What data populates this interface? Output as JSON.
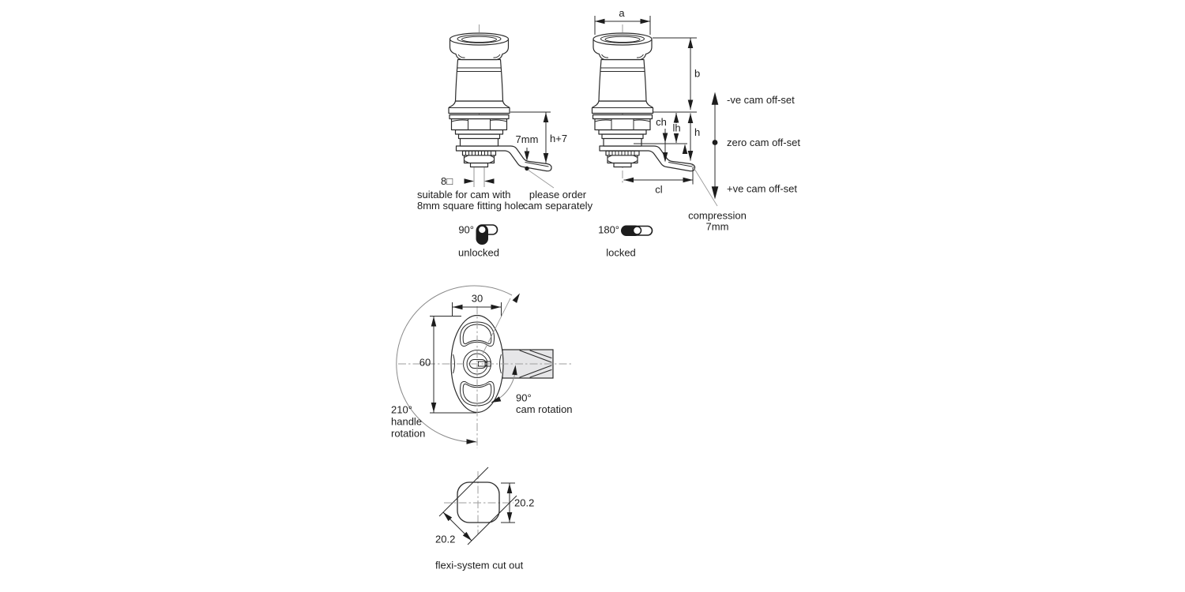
{
  "diagram": {
    "left_view": {
      "dim_7mm": "7mm",
      "dim_h_plus_7": "h+7",
      "dim_8_square": "8□",
      "note_suitable_1": "suitable for cam with",
      "note_suitable_2": "8mm square fitting hole",
      "note_order_1": "please order",
      "note_order_2": "cam separately",
      "angle": "90°",
      "state": "unlocked"
    },
    "right_view": {
      "dim_a": "a",
      "dim_b": "b",
      "dim_ch": "ch",
      "dim_lh": "lh",
      "dim_h": "h",
      "dim_cl": "cl",
      "offset_negative": "-ve cam off-set",
      "offset_zero": "zero cam off-set",
      "offset_positive": "+ve cam off-set",
      "compression_1": "compression",
      "compression_2": "7mm",
      "angle": "180°",
      "state": "locked"
    },
    "front_view": {
      "dim_width": "30",
      "dim_height": "60",
      "handle_rotation_1": "210°",
      "handle_rotation_2": "handle",
      "handle_rotation_3": "rotation",
      "cam_rotation_1": "90°",
      "cam_rotation_2": "cam rotation"
    },
    "cutout_view": {
      "dim_height": "20.2",
      "dim_diagonal": "20.2",
      "caption": "flexi-system cut out"
    },
    "colors": {
      "line": "#2b2b2b",
      "text": "#1d1d1d",
      "centerline": "#9e9e9e",
      "cam_fill": "#e6e6e8",
      "background": "#ffffff"
    }
  }
}
